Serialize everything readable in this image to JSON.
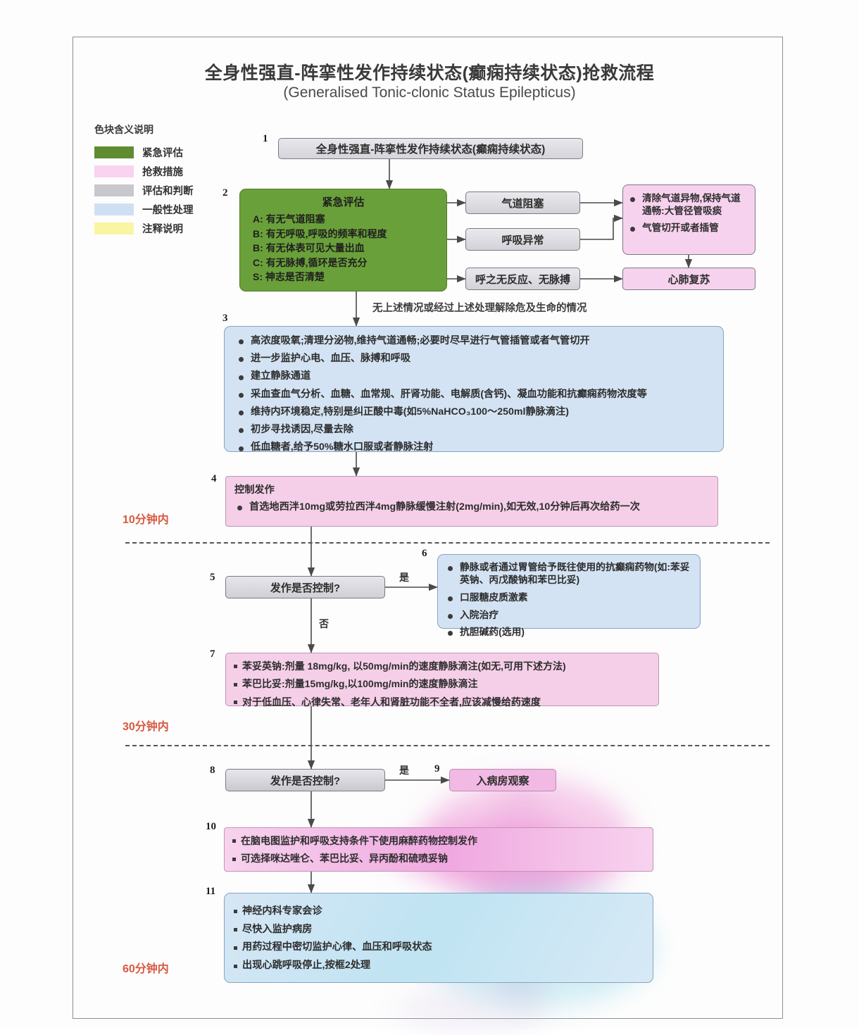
{
  "title": {
    "cn": "全身性强直-阵挛性发作持续状态(癫痫持续状态)抢救流程",
    "en": "(Generalised Tonic-clonic Status Epilepticus)"
  },
  "legend": {
    "heading": "色块含义说明",
    "items": [
      {
        "label": "紧急评估",
        "color": "#5f8c31"
      },
      {
        "label": "抢救措施",
        "color": "#f9d3ef"
      },
      {
        "label": "评估和判断",
        "color": "#c7c7cc"
      },
      {
        "label": "一般性处理",
        "color": "#cfe0f2"
      },
      {
        "label": "注释说明",
        "color": "#faf5a2"
      }
    ]
  },
  "time_markers": [
    {
      "id": "t10",
      "label": "10分钟内"
    },
    {
      "id": "t30",
      "label": "30分钟内"
    },
    {
      "id": "t60",
      "label": "60分钟内"
    }
  ],
  "annotations": [
    {
      "id": "a-after-box2",
      "text": "无上述情况或经过上述处理解除危及生命的情况"
    }
  ],
  "edge_labels": [
    {
      "id": "e5-yes",
      "text": "是"
    },
    {
      "id": "e5-no",
      "text": "否"
    },
    {
      "id": "e8-yes",
      "text": "是"
    }
  ],
  "nodes": {
    "n1": {
      "num": "1",
      "text": "全身性强直-阵挛性发作持续状态(癫痫持续状态)",
      "kind": "assessment-judgement"
    },
    "n2": {
      "num": "2",
      "heading": "紧急评估",
      "kind": "emergency-assessment",
      "lines": [
        "A: 有无气道阻塞",
        "B: 有无呼吸,呼吸的频率和程度",
        "B: 有无体表可见大量出血",
        "C: 有无脉搏,循环是否充分",
        "S: 神志是否清楚"
      ]
    },
    "n_airway": {
      "text": "气道阻塞",
      "kind": "assessment-judgement"
    },
    "n_breath": {
      "text": "呼吸异常",
      "kind": "assessment-judgement"
    },
    "n_nopulse": {
      "text": "呼之无反应、无脉搏",
      "kind": "assessment-judgement"
    },
    "n_clear": {
      "kind": "rescue-measure",
      "items": [
        "清除气道异物,保持气道通畅:大管径管吸痰",
        "气管切开或者插管"
      ]
    },
    "n_cpr": {
      "text": "心肺复苏",
      "kind": "rescue-measure"
    },
    "n3": {
      "num": "3",
      "kind": "general-handling",
      "items": [
        "高浓度吸氧;清理分泌物,维持气道通畅;必要时尽早进行气管插管或者气管切开",
        "进一步监护心电、血压、脉搏和呼吸",
        "建立静脉通道",
        "采血查血气分析、血糖、血常规、肝肾功能、电解质(含钙)、凝血功能和抗癫痫药物浓度等",
        "维持内环境稳定,特别是纠正酸中毒(如5%NaHCO₃100～250ml静脉滴注)",
        "初步寻找诱因,尽量去除",
        "低血糖者,给予50%糖水口服或者静脉注射"
      ]
    },
    "n4": {
      "num": "4",
      "heading": "控制发作",
      "kind": "rescue-measure",
      "items": [
        "首选地西泮10mg或劳拉西泮4mg静脉缓慢注射(2mg/min),如无效,10分钟后再次给药一次"
      ]
    },
    "n5": {
      "num": "5",
      "text": "发作是否控制?",
      "kind": "assessment-judgement"
    },
    "n6": {
      "num": "6",
      "kind": "general-handling",
      "items": [
        "静脉或者通过胃管给予既往使用的抗癫痫药物(如:苯妥英钠、丙戊酸钠和苯巴比妥)",
        "口服糖皮质激素",
        "入院治疗",
        "抗胆碱药(选用)"
      ]
    },
    "n7": {
      "num": "7",
      "kind": "rescue-measure",
      "items": [
        "苯妥英钠:剂量 18mg/kg,  以50mg/min的速度静脉滴注(如无,可用下述方法)",
        "苯巴比妥:剂量15mg/kg,以100mg/min的速度静脉滴注",
        "对于低血压、心律失常、老年人和肾脏功能不全者,应该减慢给药速度"
      ]
    },
    "n8": {
      "num": "8",
      "text": "发作是否控制?",
      "kind": "assessment-judgement"
    },
    "n9": {
      "num": "9",
      "text": "入病房观察",
      "kind": "rescue-measure"
    },
    "n10": {
      "num": "10",
      "kind": "rescue-measure",
      "items": [
        "在脑电图监护和呼吸支持条件下使用麻醉药物控制发作",
        "可选择咪达唑仑、苯巴比妥、异丙酚和硫喷妥钠"
      ]
    },
    "n11": {
      "num": "11",
      "kind": "general-handling",
      "items": [
        "神经内科专家会诊",
        "尽快入监护病房",
        "用药过程中密切监护心律、血压和呼吸状态",
        "出现心跳呼吸停止,按框2处理"
      ]
    }
  }
}
